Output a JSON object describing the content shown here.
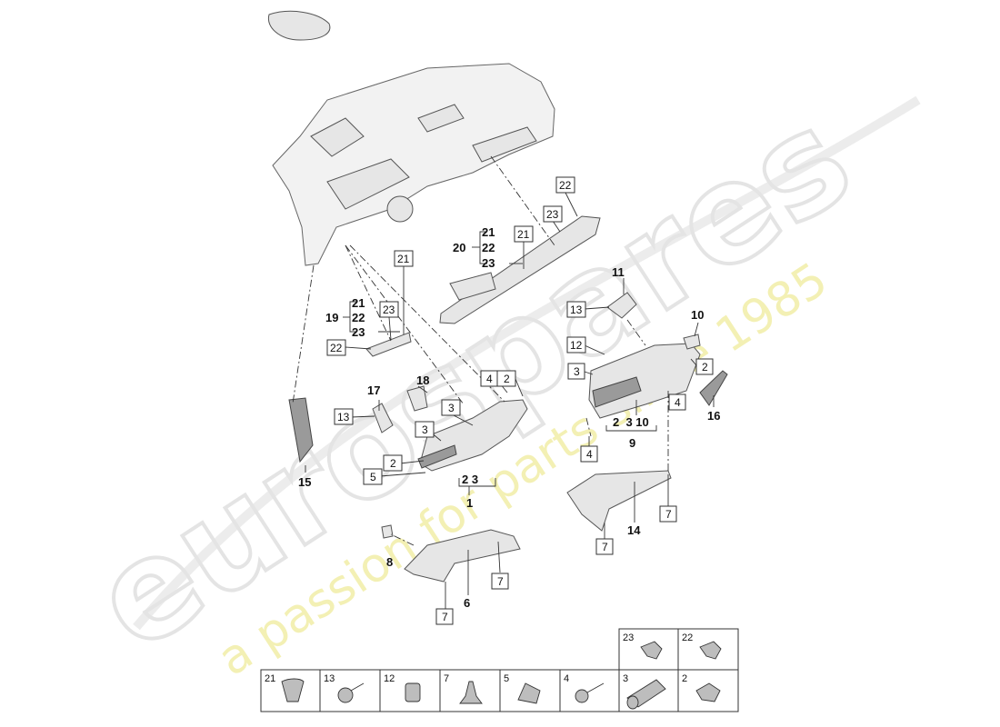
{
  "watermark": {
    "brand": "eurospares",
    "tagline": "a passion for parts since 1985"
  },
  "callouts": {
    "c1": "1",
    "c6": "6",
    "c8": "8",
    "c9": "9",
    "c10": "10",
    "c11": "11",
    "c14": "14",
    "c15": "15",
    "c16": "16",
    "c17": "17",
    "c18": "18",
    "c19": "19",
    "c20": "20",
    "g20": [
      "21",
      "22",
      "23"
    ],
    "g19": [
      "21",
      "22",
      "23"
    ],
    "g1": "2 3",
    "g9": "2  3 10"
  },
  "boxed_refs": {
    "b21a": "21",
    "b23a": "23",
    "b22a": "22",
    "b21b": "21",
    "b23b": "23",
    "b22b": "22",
    "b4a": "4",
    "b2a": "2",
    "b3a": "3",
    "b3b": "3",
    "b13a": "13",
    "b2b": "2",
    "b5a": "5",
    "b13b": "13",
    "b12a": "12",
    "b3c": "3",
    "b2c": "2",
    "b4b": "4",
    "b4c": "4",
    "b7a": "7",
    "b7b": "7",
    "b7c": "7",
    "b7d": "7"
  },
  "legend": {
    "top_row": [
      "23",
      "22"
    ],
    "bottom_row": [
      "21",
      "13",
      "12",
      "7",
      "5",
      "4",
      "3",
      "2"
    ]
  },
  "colors": {
    "watermark_outline": "#e4e4e4",
    "watermark_text": "#f3f0b4"
  }
}
